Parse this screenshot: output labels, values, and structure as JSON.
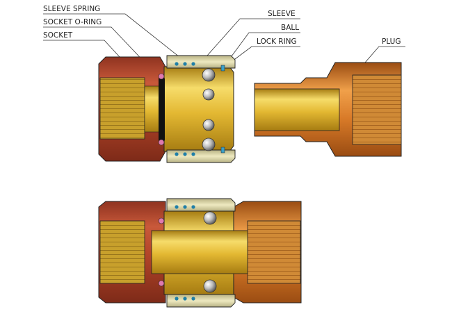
{
  "labels": {
    "sleeve_spring": "SLEEVE SPRING",
    "socket_o_ring": "SOCKET O-RING",
    "socket": "SOCKET",
    "sleeve": "SLEEVE",
    "ball": "BALL",
    "lock_ring": "LOCK RING",
    "plug": "PLUG"
  },
  "colors": {
    "socket": "#b5462a",
    "socket_dark": "#7d2a18",
    "brass": "#e3b832",
    "brass_light": "#f6dc6a",
    "brass_dark": "#a67c12",
    "plug": "#d87a28",
    "plug_dark": "#9a4c12",
    "sleeve": "#ddd7a6",
    "sleeve_dark": "#9c9670",
    "o_ring": "#111111",
    "o_ring_seal": "#e07ab0",
    "spring_dot": "#1f7fa8",
    "ball": "#c8c8c8",
    "outline": "#222222"
  }
}
